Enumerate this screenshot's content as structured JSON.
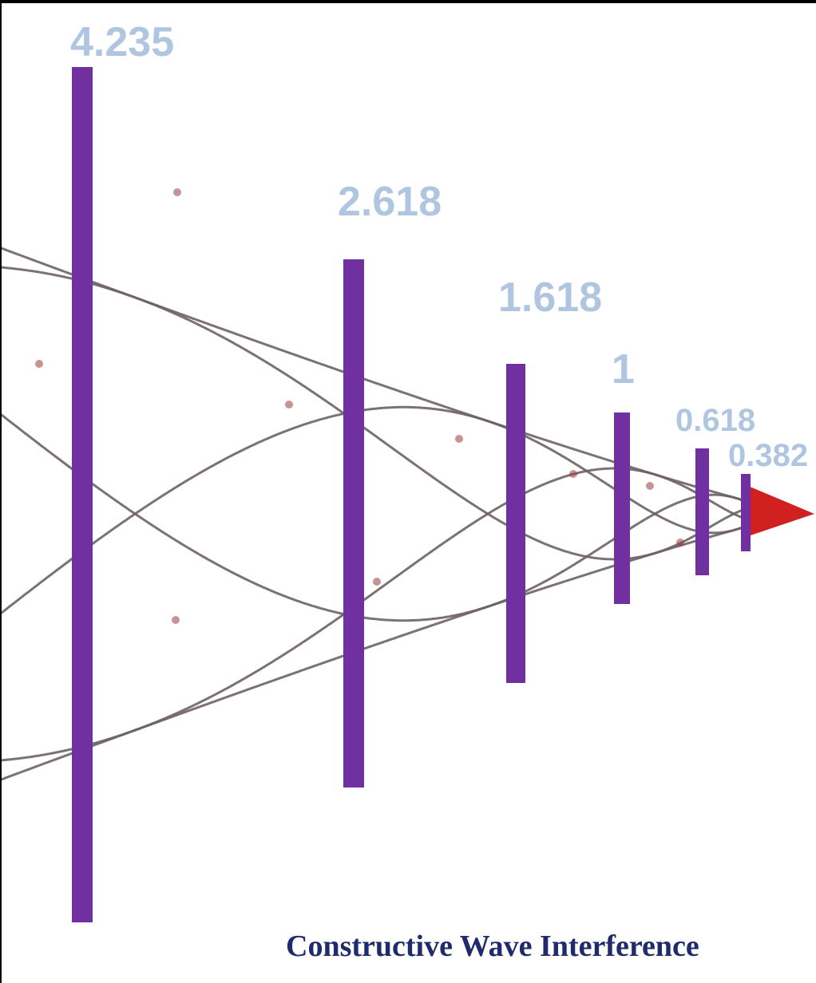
{
  "caption": "Constructive Wave Interference",
  "colors": {
    "bar": "#7030a0",
    "label": "#b0c6e0",
    "wave": "#6e6264",
    "tip": "#d02020",
    "caption": "#1f2b6b",
    "background": "#ffffff",
    "border": "#000000"
  },
  "bars": [
    {
      "label": "4.235"
    },
    {
      "label": "2.618"
    },
    {
      "label": "1.618"
    },
    {
      "label": "1"
    },
    {
      "label": "0.618"
    },
    {
      "label": "0.382"
    }
  ]
}
